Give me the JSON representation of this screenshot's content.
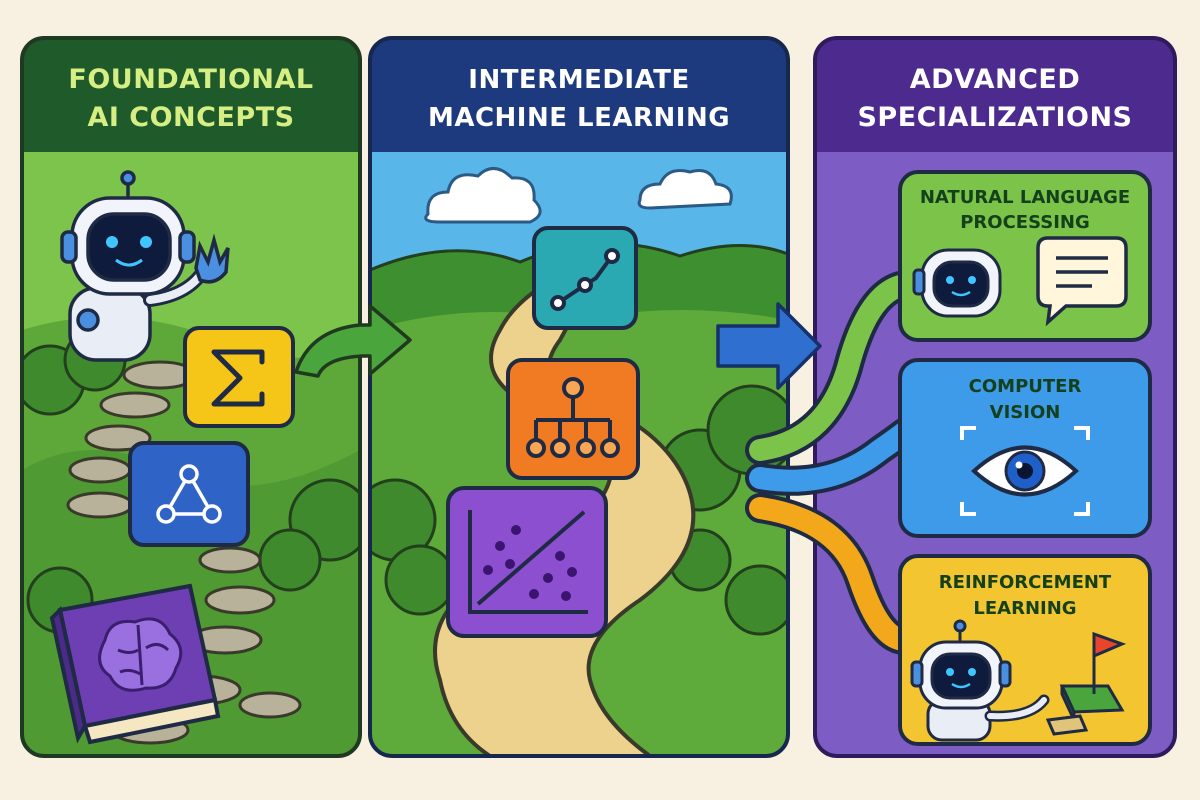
{
  "panels": [
    {
      "id": "foundational",
      "title_line1": "FOUNDATIONAL",
      "title_line2": "AI CONCEPTS",
      "header_color": "#1f5a2a",
      "title_color": "#d6ee84"
    },
    {
      "id": "intermediate",
      "title_line1": "INTERMEDIATE",
      "title_line2": "MACHINE LEARNING",
      "header_color": "#1d3a7e",
      "title_color": "#ffffff"
    },
    {
      "id": "advanced",
      "title_line1": "ADVANCED",
      "title_line2": "SPECIALIZATIONS",
      "header_color": "#4c2a8e",
      "title_color": "#ffffff"
    }
  ],
  "specializations": [
    {
      "id": "nlp",
      "label_line1": "NATURAL LANGUAGE",
      "label_line2": "PROCESSING",
      "color": "#7cc34a",
      "icon": "speech-bubble-icon"
    },
    {
      "id": "cv",
      "label_line1": "COMPUTER",
      "label_line2": "VISION",
      "color": "#3d9be9",
      "icon": "eye-icon"
    },
    {
      "id": "rl",
      "label_line1": "REINFORCEMENT",
      "label_line2": "LEARNING",
      "color": "#f2c531",
      "icon": "flag-icon"
    }
  ],
  "icons": {
    "foundational": [
      "sigma-icon",
      "graph-nodes-icon",
      "brain-book-icon"
    ],
    "intermediate": [
      "line-chart-icon",
      "tree-hierarchy-icon",
      "scatter-classification-icon"
    ]
  },
  "colors": {
    "background": "#f8f1e2",
    "grass": "#6cb33f",
    "path": "#ecd28c",
    "arrow_green": "#4aa63c",
    "arrow_blue": "#2f6fd0",
    "advanced_bg": "#7d5cc3"
  }
}
